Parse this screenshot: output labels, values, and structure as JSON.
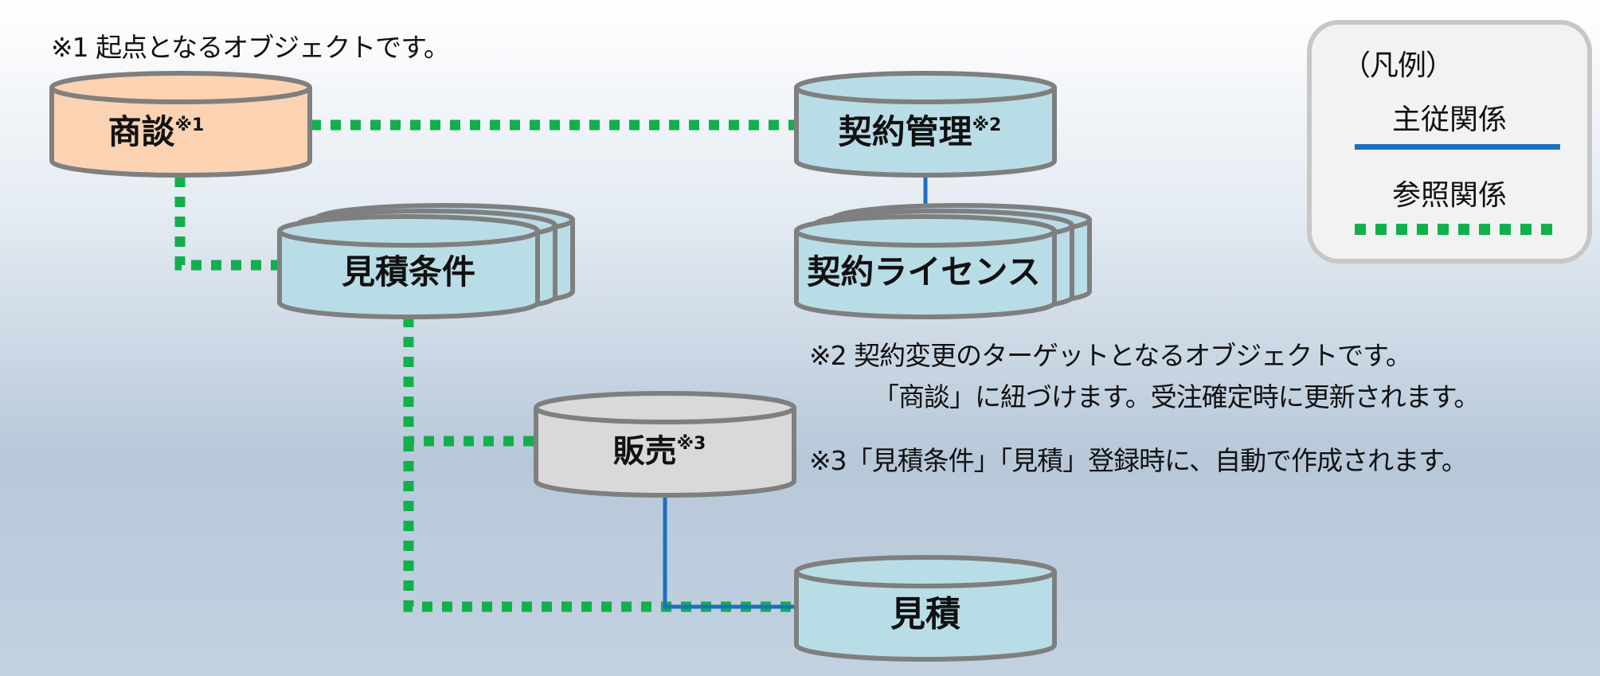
{
  "notes": {
    "note1": "※1 起点となるオブジェクトです。",
    "note2_line1": "※2 契約変更のターゲットとなるオブジェクトです。",
    "note2_line2": "「商談」に紐づけます。受注確定時に更新されます。",
    "note3": "※3「見積条件」「見積」登録時に、自動で作成されます。"
  },
  "nodes": {
    "shodan": {
      "label": "商談",
      "sup": "※1",
      "fill": "#fbd3b3"
    },
    "keiyaku_kanri": {
      "label": "契約管理",
      "sup": "※2",
      "fill": "#b9dde6"
    },
    "mitsumori_joken": {
      "label": "見積条件",
      "fill": "#b9dde6"
    },
    "keiyaku_license": {
      "label": "契約ライセンス",
      "fill": "#b9dde6"
    },
    "hanbai": {
      "label": "販売",
      "sup": "※3",
      "fill": "#d9d9d9"
    },
    "mitsumori": {
      "label": "見積",
      "fill": "#b9dde6"
    }
  },
  "legend": {
    "title": "（凡例）",
    "master_detail": "主従関係",
    "reference": "参照関係",
    "master_detail_color": "#1f6fbf",
    "reference_color": "#11b04c"
  },
  "colors": {
    "node_border": "#7f7f7f"
  }
}
